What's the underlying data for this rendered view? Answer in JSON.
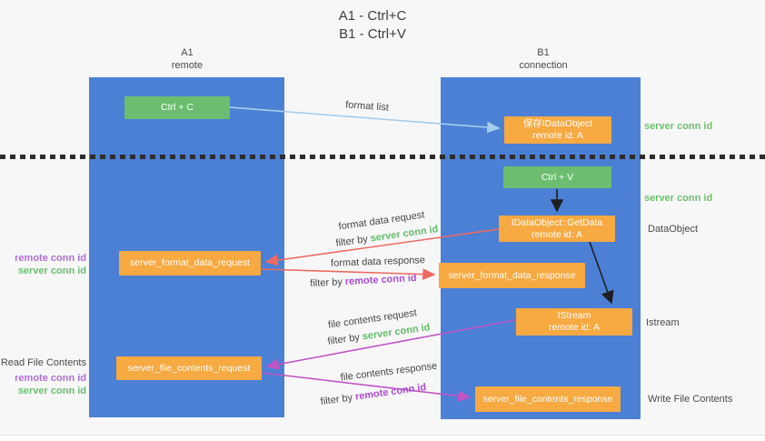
{
  "title": {
    "line1": "A1 - Ctrl+C",
    "line2": "B1 - Ctrl+V"
  },
  "lanes": {
    "left": {
      "name": "A1",
      "subtitle": "remote"
    },
    "right": {
      "name": "B1",
      "subtitle": "connection"
    }
  },
  "nodes": {
    "ctrl_c": "Ctrl + C",
    "save_idataobject_line1": "保存IDataObject",
    "save_idataobject_line2": "remote id: A",
    "ctrl_v": "Ctrl + V",
    "getdata_line1": "IDataObject::GetData",
    "getdata_line2": "remote id: A",
    "format_request": "server_format_data_request",
    "format_response": "server_format_data_response",
    "istream_line1": "IStream",
    "istream_line2": "remote id: A",
    "file_request": "server_file_contents_request",
    "file_response": "server_file_contents_response"
  },
  "messages": {
    "format_list": "format list",
    "format_data_request": "format data request",
    "format_data_request_filter_prefix": "filter by ",
    "format_data_request_filter_key": "server conn id",
    "format_data_response": "format data response",
    "format_data_response_filter_prefix": "filter by ",
    "format_data_response_filter_key": "remote conn id",
    "file_contents_request": "file contents request",
    "file_contents_request_filter_prefix": "filter by ",
    "file_contents_request_filter_key": "server conn id",
    "file_contents_response": "file contents response",
    "file_contents_response_filter_prefix": "filter by ",
    "file_contents_response_filter_key": "remote conn id"
  },
  "annotations": {
    "right_server_conn_id_1": "server conn id",
    "right_server_conn_id_2": "server conn id",
    "dataobject": "DataObject",
    "istream": "Istream",
    "write_file_contents": "Write File Contents",
    "read_file_contents": "Read File Contents",
    "left_remote_conn_id_1": "remote conn id",
    "left_server_conn_id_1": "server conn id",
    "left_remote_conn_id_2": "remote conn id",
    "left_server_conn_id_2": "server conn id"
  },
  "colors": {
    "lane_blue": "#4b80d5",
    "node_green": "#6dbd70",
    "node_orange": "#f7a942",
    "server_conn_green": "#6cc06e",
    "remote_conn_purple": "#b06fd0",
    "filter_magenta": "#ab4ad1",
    "arrow_red": "#ed6a60",
    "arrow_magenta": "#c055c5",
    "arrow_lightblue": "#a5cdeb",
    "arrow_black": "#1f1f1f",
    "background": "#f7f7f8"
  }
}
